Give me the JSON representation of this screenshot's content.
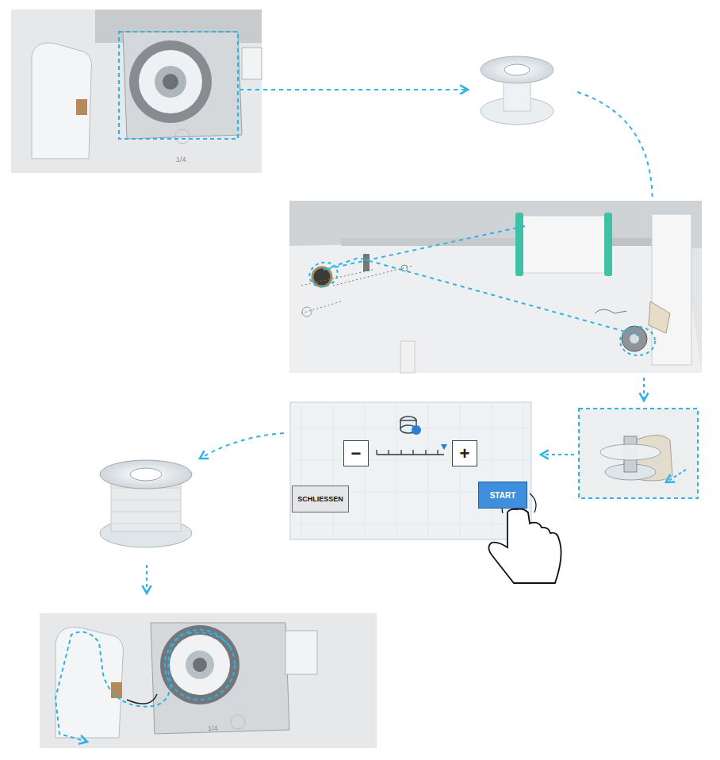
{
  "diagram": {
    "nodes": [
      {
        "text": [
          "−"
        ]
      },
      {
        "text": [
          "+"
        ]
      },
      {
        "text": [
          "SCHLIESSEN"
        ]
      },
      {
        "text": [
          "START"
        ]
      }
    ],
    "labels": [
      "1/4",
      "1/4"
    ]
  }
}
